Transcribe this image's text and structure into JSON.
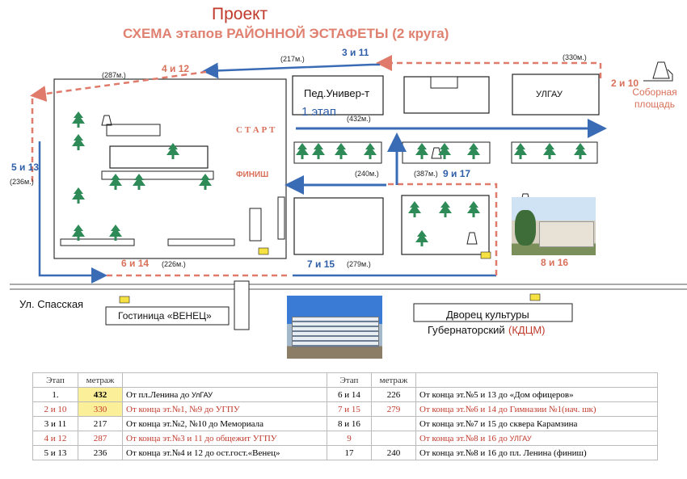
{
  "title": {
    "line1": "Проект",
    "line2": "СХЕМА этапов РАЙОННОЙ ЭСТАФЕТЫ (2 круга)"
  },
  "map": {
    "start_label": "С Т А Р Т",
    "finish_label": "ФИНИШ",
    "first_stage": "1 этап",
    "stages": {
      "s3_11": "3 и 11",
      "s4_12": "4 и 12",
      "s2_10": "2 и 10",
      "s5_13": "5 и 13",
      "s6_14": "6 и 14",
      "s7_15": "7 и 15",
      "s9_17": "9 и 17",
      "s8_16": "8 и 16"
    },
    "distances": {
      "d217": "(217м.)",
      "d330": "(330м.)",
      "d287": "(287м.)",
      "d432": "(432м.)",
      "d240": "(240м.)",
      "d387": "(387м.)",
      "d236": "(236м.)",
      "d226": "(226м.)",
      "d279": "(279м.)"
    },
    "buildings": {
      "ped_univer": "Пед.Универ-т",
      "ulgau": "УЛГАУ",
      "sobornaya": "Соборная площадь",
      "gostinica": "Гостиница «ВЕНЕЦ»",
      "dvorec_line1": "Дворец культуры",
      "dvorec_line2": "Губернаторский",
      "dvorec_kdcm": "(КДЦМ)",
      "street": "Ул. Спасская"
    }
  },
  "table": {
    "headers": [
      "Этап",
      "метраж",
      "",
      "Этап",
      "метраж",
      ""
    ],
    "rows": [
      {
        "stage": "1.",
        "meters": "432",
        "desc": "От пл.Ленина до",
        "desc_small": "УлГАУ",
        "stage2": "6 и 14",
        "meters2": "226",
        "desc2": "От конца эт.№5 и 13 до «Дом офицеров»",
        "desc2_small": ""
      },
      {
        "stage": "2 и 10",
        "meters": "330",
        "desc": "От конца эт.№1, №9 до УГПУ",
        "desc_small": "",
        "stage2": "7 и 15",
        "meters2": "279",
        "desc2": "От конца эт.№6 и 14 до Гимназии №1(нач. шк)",
        "desc2_small": ""
      },
      {
        "stage": "3 и 11",
        "meters": "217",
        "desc": "От конца эт.№2, №10 до Мемориала",
        "desc_small": "",
        "stage2": "8 и 16",
        "meters2": "",
        "desc2": "От конца эт.№7 и 15 до сквера Карамзина",
        "desc2_small": ""
      },
      {
        "stage": "4 и 12",
        "meters": "287",
        "desc": "От конца эт.№3 и 11 до общежит УГПУ",
        "desc_small": "",
        "stage2": "9",
        "meters2": "",
        "desc2": "От конца эт.№8 и 16 до",
        "desc2_small": "УЛГАУ"
      },
      {
        "stage": "5 и 13",
        "meters": "236",
        "desc": "От конца эт.№4 и 12 до ост.гост.«Венец»",
        "desc_small": "",
        "stage2": "17",
        "meters2": "240",
        "desc2": "От конца эт.№8 и 16 до пл. Ленина (финиш)",
        "desc2_small": ""
      }
    ]
  },
  "colors": {
    "red_route": "#e07a6a",
    "blue_route": "#3a6bb5",
    "title_red": "#c0392b",
    "tree_green": "#2e8b57"
  }
}
